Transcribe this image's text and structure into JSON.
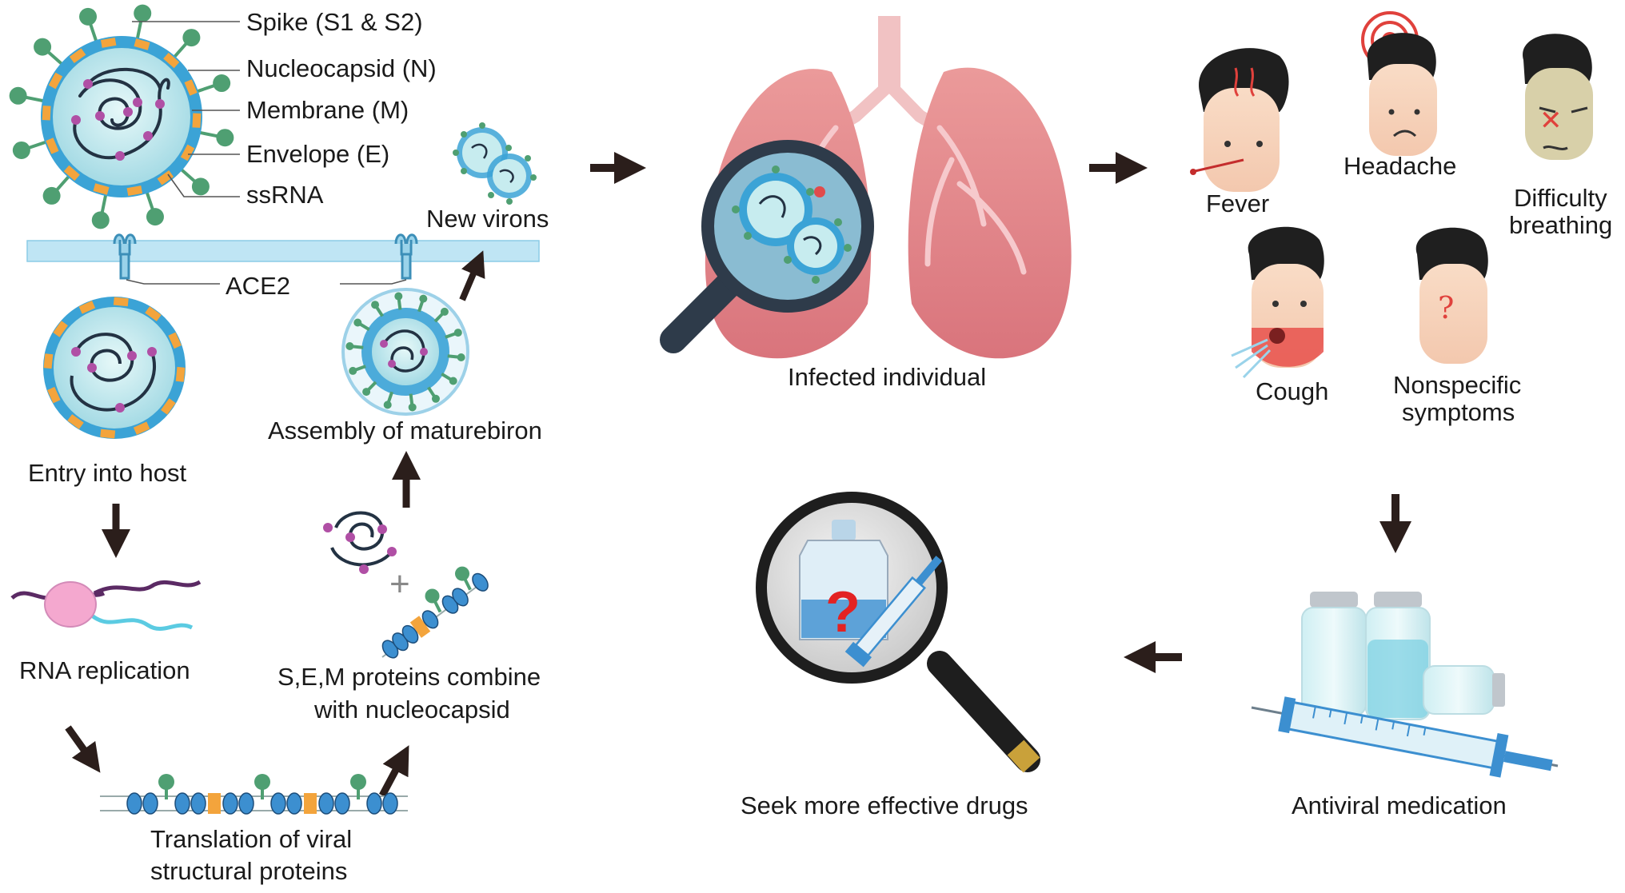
{
  "virus_parts": {
    "spike": "Spike (S1 & S2)",
    "nucleocapsid": "Nucleocapsid (N)",
    "membrane": "Membrane (M)",
    "envelope": "Envelope (E)",
    "ssrna": "ssRNA"
  },
  "lifecycle": {
    "new_virions": "New virons",
    "ace2": "ACE2",
    "entry": "Entry into host",
    "assembly": "Assembly of maturebiron",
    "rna_replication": "RNA replication",
    "sem_line1": "S,E,M proteins combine",
    "sem_line2": "with nucleocapsid",
    "translation_line1": "Translation of viral",
    "translation_line2": "structural proteins"
  },
  "center": {
    "infected": "Infected individual",
    "seek": "Seek more effective drugs"
  },
  "symptoms": {
    "fever": "Fever",
    "headache": "Headache",
    "difficulty_line1": "Difficulty",
    "difficulty_line2": "breathing",
    "cough": "Cough",
    "nonspecific_line1": "Nonspecific",
    "nonspecific_line2": "symptoms"
  },
  "treatment": {
    "antiviral": "Antiviral medication"
  },
  "colors": {
    "virus_shell": "#3ba3d6",
    "virus_core": "#bfe9ee",
    "spike": "#4f9f72",
    "envelope": "#f3a43c",
    "rna": "#233243",
    "nucleocapsid": "#b04fa5",
    "lung": "#e7858a",
    "lens_frame": "#2e3b4a",
    "arrow": "#2b1e1b",
    "cell_membrane": "#bfe5f4"
  }
}
